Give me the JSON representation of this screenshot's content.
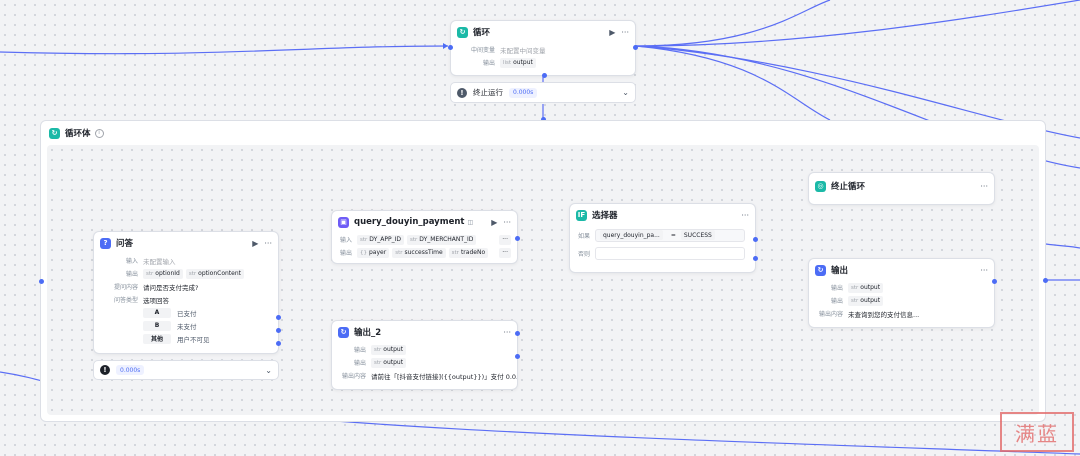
{
  "loop_node": {
    "title": "循环",
    "rows": [
      {
        "label": "中间变量",
        "value": "未配置中间变量"
      },
      {
        "label": "输出",
        "type": "list",
        "value": "output"
      }
    ]
  },
  "terminate_run_bar": {
    "label": "终止运行",
    "time": "0.000s"
  },
  "loop_body": {
    "title": "循环体"
  },
  "qa_node": {
    "title": "问答",
    "input_label": "输入",
    "input_placeholder": "未配置输入",
    "output_label": "输出",
    "outputs": [
      {
        "type": "str",
        "name": "optionId"
      },
      {
        "type": "str",
        "name": "optionContent"
      }
    ],
    "question_label": "提问内容",
    "question": "请问是否支付完成?",
    "answer_type_label": "问答类型",
    "answer_type": "选项回答",
    "options": [
      {
        "key": "A",
        "text": "已支付"
      },
      {
        "key": "B",
        "text": "未支付"
      },
      {
        "key": "其他",
        "text": "用户不可见"
      }
    ]
  },
  "qa_time_bar": {
    "time": "0.000s"
  },
  "plugin_node": {
    "title": "query_douyin_payment",
    "input_label": "输入",
    "inputs": [
      {
        "type": "str",
        "name": "DY_APP_ID"
      },
      {
        "type": "str",
        "name": "DY_MERCHANT_ID"
      }
    ],
    "output_label": "输出",
    "outputs": [
      {
        "type": "{}",
        "name": "payer"
      },
      {
        "type": "str",
        "name": "successTime"
      },
      {
        "type": "str",
        "name": "tradeNo"
      }
    ]
  },
  "selector_node": {
    "title": "选择器",
    "if_label": "如果",
    "left": "query_douyin_pa...",
    "op": "=",
    "right": "SUCCESS",
    "else_label": "否则"
  },
  "break_node": {
    "title": "终止循环"
  },
  "output2_node": {
    "title": "输出_2",
    "rows": [
      {
        "label": "输出",
        "type": "str",
        "value": "output"
      },
      {
        "label": "输出",
        "type": "str",
        "value": "output"
      }
    ],
    "content_label": "输出内容",
    "content": "请前往「[抖音支付链接]({{output}})」支付 0.0..."
  },
  "output_node": {
    "title": "输出",
    "rows": [
      {
        "label": "输出",
        "type": "str",
        "value": "output"
      },
      {
        "label": "输出",
        "type": "str",
        "value": "output"
      }
    ],
    "content_label": "输出内容",
    "content": "未查询到您的支付信息..."
  },
  "watermark": {
    "text": "满蓝"
  },
  "colors": {
    "edge": "#4c6cf5",
    "teal": "#1bb9a7",
    "blue": "#4c6cf5",
    "purple": "#6e5cf6"
  }
}
